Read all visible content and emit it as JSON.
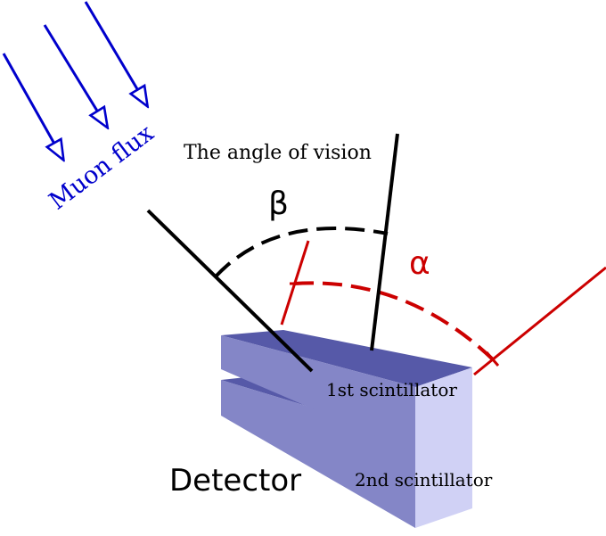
{
  "colors": {
    "flux": "#0000cc",
    "black": "#000000",
    "alpha": "#cc0000",
    "block_top": "#5659a8",
    "block_front": "#d0d1f5",
    "block_side": "#8486c7",
    "text": "#000000"
  },
  "labels": {
    "muon_flux": "Muon flux",
    "angle_title": "The angle of vision",
    "beta": "β",
    "alpha": "α",
    "first_scintillator": "1st scintillator",
    "second_scintillator": "2nd scintillator",
    "detector": "Detector"
  }
}
